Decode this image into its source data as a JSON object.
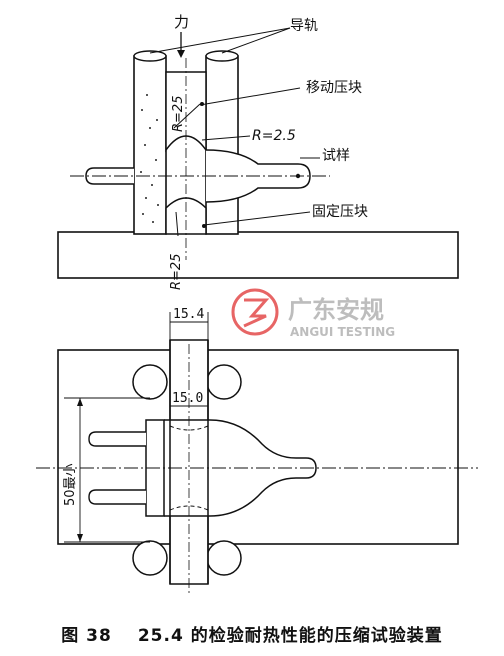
{
  "labels": {
    "force": "力",
    "guide_rail": "导轨",
    "moving_block": "移动压块",
    "specimen": "试样",
    "fixed_block": "固定压块",
    "radius_top": "R=25",
    "radius_small": "R=2.5",
    "radius_bottom": "R=25"
  },
  "dimensions": {
    "width_top": "15.4",
    "width_inner": "15.0",
    "min_length": "50最小"
  },
  "watermark": {
    "name": "广东安规",
    "subtitle": "ANGUI TESTING"
  },
  "caption": {
    "figure": "图 38",
    "text": "25.4 的检验耐热性能的压缩试验装置"
  },
  "colors": {
    "line": "#111111",
    "watermark": "#e34b4b",
    "watermark_grey": "#bdbdbd"
  }
}
